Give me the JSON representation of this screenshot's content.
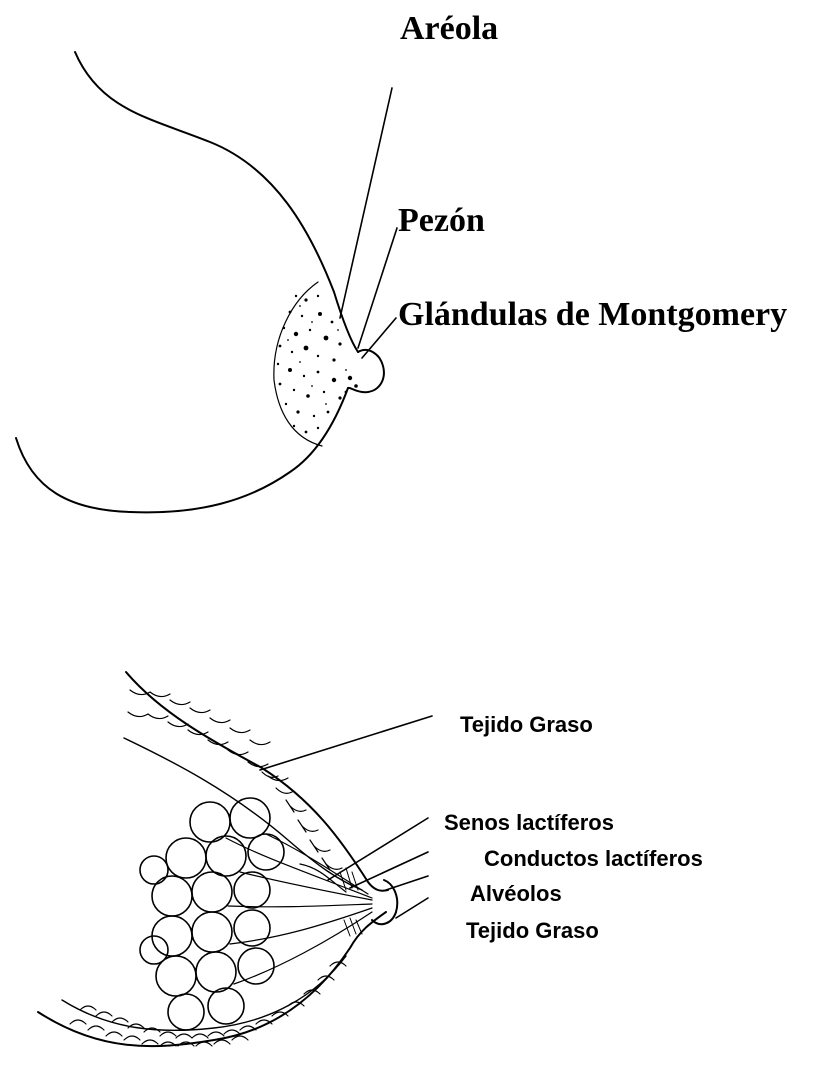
{
  "external_view": {
    "labels": {
      "areola": "Aréola",
      "nipple": "Pezón",
      "montgomery_glands": "Glándulas de Montgomery"
    }
  },
  "internal_view": {
    "labels": {
      "fatty_tissue_top": "Tejido Graso",
      "lactiferous_sinuses": "Senos lactíferos",
      "lactiferous_ducts": "Conductos lactíferos",
      "alveoli": "Alvéolos",
      "fatty_tissue_bottom": "Tejido Graso"
    }
  },
  "colors": {
    "ink": "#000000",
    "background": "#ffffff"
  }
}
